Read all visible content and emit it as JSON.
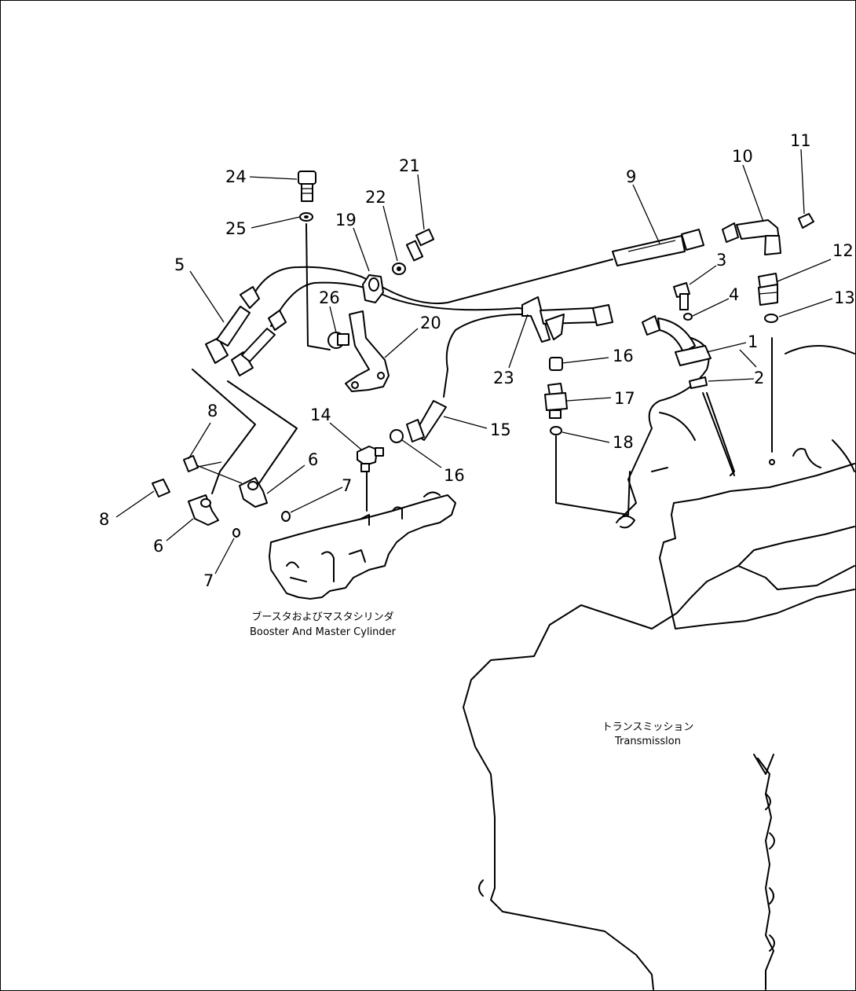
{
  "callouts": [
    "1",
    "2",
    "3",
    "4",
    "5",
    "6",
    "7",
    "8",
    "9",
    "10",
    "11",
    "12",
    "13",
    "14",
    "15",
    "16",
    "17",
    "18",
    "19",
    "20",
    "21",
    "22",
    "23",
    "24",
    "25",
    "26"
  ],
  "captions": {
    "booster_jp": "ブースタおよびマスタシリンダ",
    "booster_en": "Booster And Master Cylinder",
    "transmission_jp": "トランスミッション",
    "transmission_en": "Transmisslon"
  }
}
